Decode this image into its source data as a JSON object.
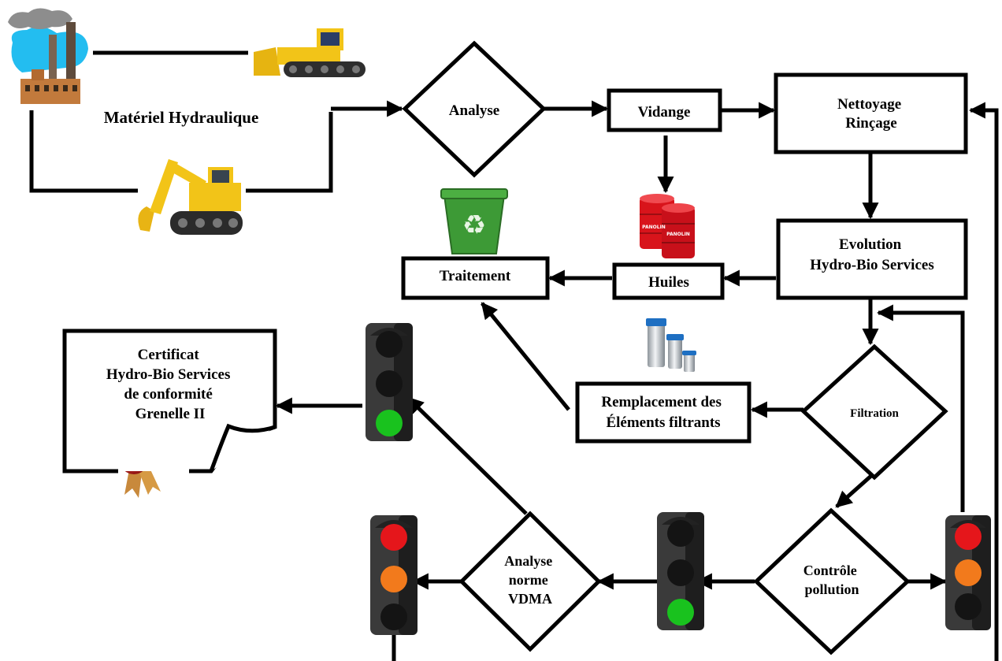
{
  "source_label": "Matériel Hydraulique",
  "nodes": {
    "analyse": "Analyse",
    "vidange": "Vidange",
    "nettoyage": [
      "Nettoyage",
      "Rinçage"
    ],
    "evolution": [
      "Evolution",
      "Hydro-Bio Services"
    ],
    "huiles": "Huiles",
    "traitement": "Traitement",
    "filtration": "Filtration",
    "remplacement": [
      "Remplacement des",
      "Éléments filtrants"
    ],
    "controle": [
      "Contrôle",
      "pollution"
    ],
    "vdma": [
      "Analyse",
      "norme",
      "VDMA"
    ],
    "certificat": [
      "Certificat",
      "Hydro-Bio Services",
      "de conformité",
      "Grenelle II"
    ]
  },
  "barrel_brand": "PANOLIN",
  "icons": [
    "factory-icon",
    "bulldozer-icon",
    "excavator-icon",
    "recycle-bin-icon",
    "oil-barrels-icon",
    "filter-elements-icon",
    "wax-seal-icon",
    "traffic-light-icon"
  ],
  "colors": {
    "line": "#000000",
    "light_green": "#19c21e",
    "light_red": "#e5161b",
    "light_orange": "#f27a1c",
    "light_off": "#141414",
    "machine_yellow": "#f2c418",
    "barrel_red": "#d8141b",
    "bin_green": "#3d9a36"
  }
}
